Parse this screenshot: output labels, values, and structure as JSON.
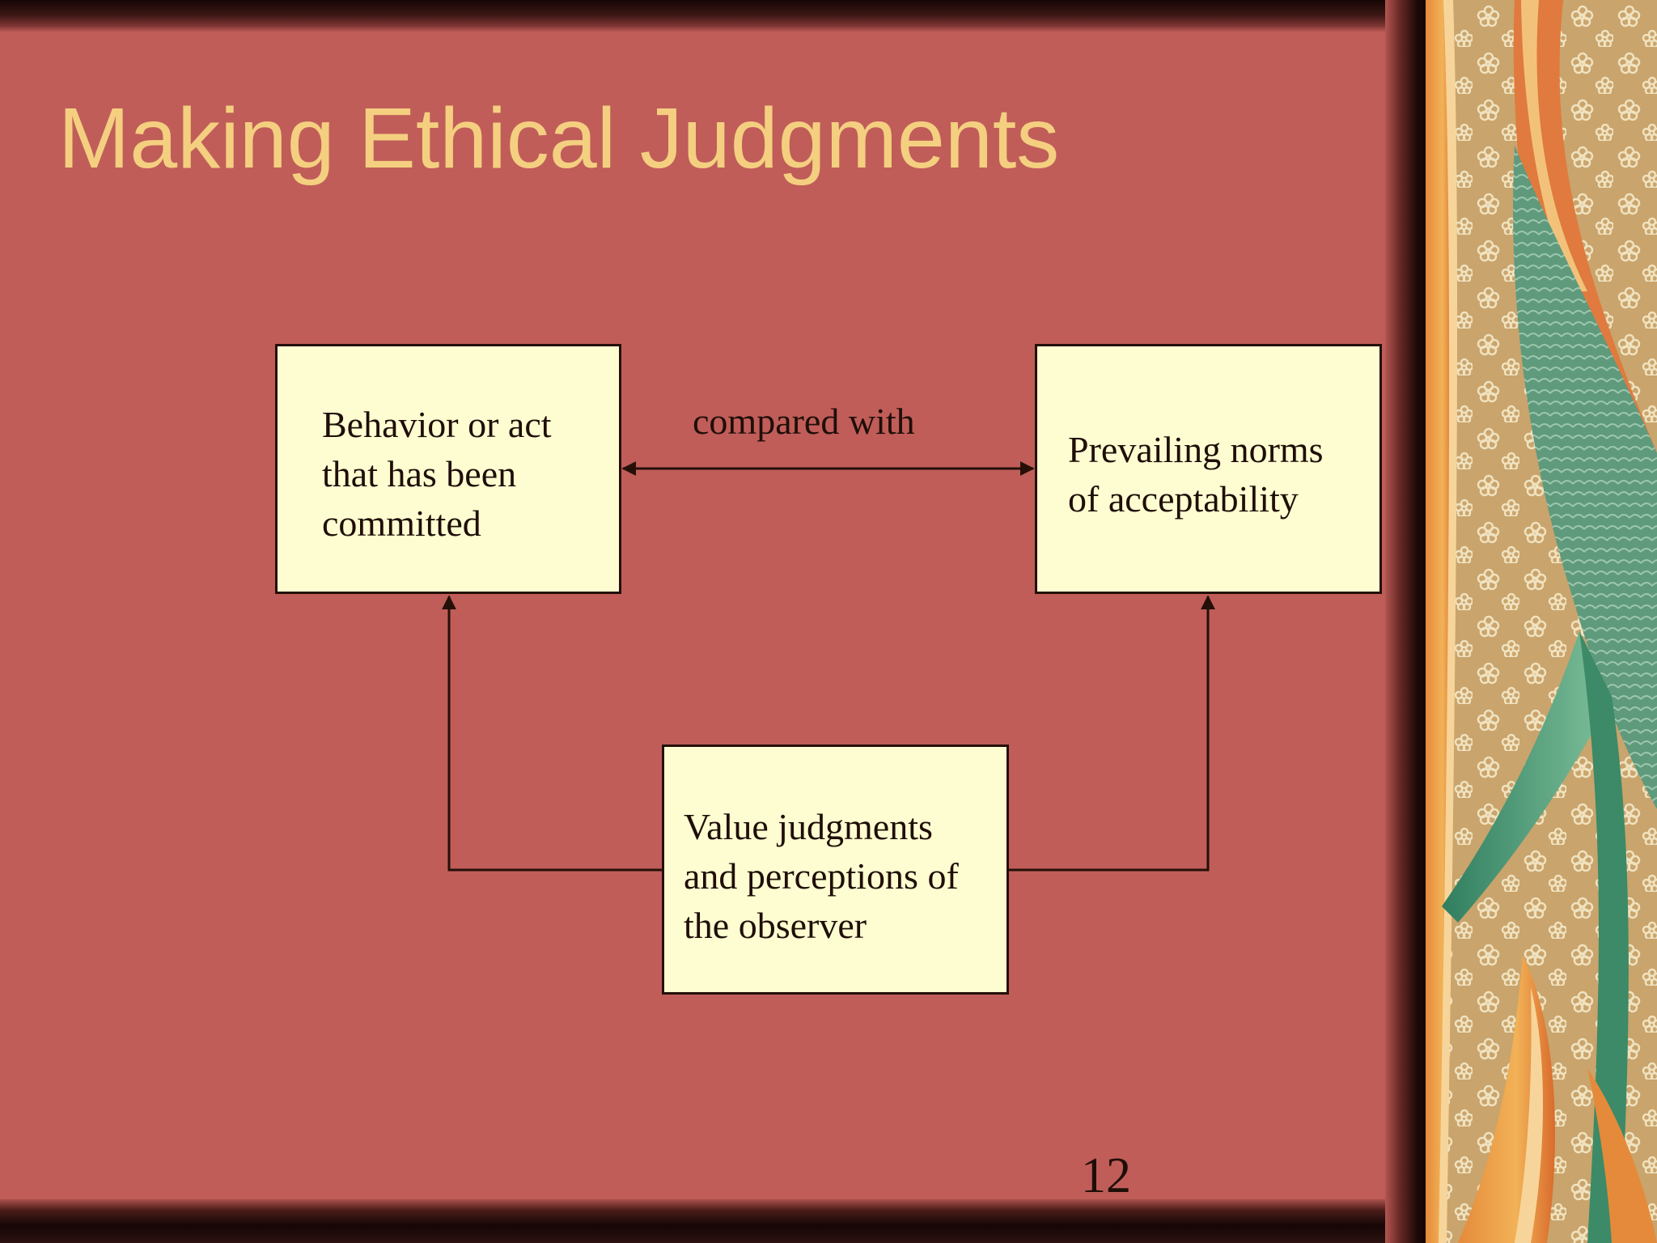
{
  "slide": {
    "title": "Making Ethical Judgments",
    "page_number": "12"
  },
  "diagram": {
    "box_behavior": [
      "Behavior or act",
      "that has been",
      "committed"
    ],
    "box_norms": [
      "Prevailing norms",
      "of acceptability"
    ],
    "box_value": [
      "Value judgments",
      "and perceptions of",
      "the observer"
    ],
    "relation_label": "compared with"
  },
  "colors": {
    "background": "#c05d59",
    "title": "#f4cf80",
    "box_fill": "#fefdd1",
    "line": "#241009"
  }
}
